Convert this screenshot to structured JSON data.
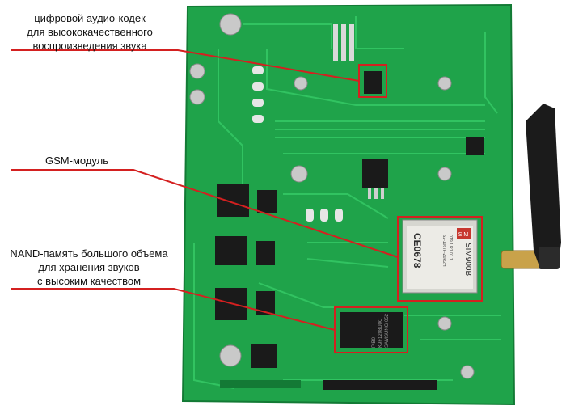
{
  "labels": {
    "codec": [
      "цифровой аудио-кодек",
      "для высококачественного",
      "воспроизведения звука"
    ],
    "gsm": "GSM-модуль",
    "nand": [
      "NAND-память большого объема",
      "для хранения звуков",
      "с высоким качеством"
    ]
  },
  "module": {
    "brand": "SIM",
    "model": "SIM900B",
    "cert": "CE0678",
    "serial1": "S2-1067F-Z0R2H",
    "serial2": "0T9.1.R1.01.1"
  },
  "nand_chip": {
    "maker": "SAMSUNG 052",
    "part": "K9F1208U0C",
    "code": "PIB0"
  },
  "colors": {
    "pcb": "#1fa34a",
    "pcb_dark": "#137a35",
    "trace": "#2fc25e",
    "callout": "#d42020",
    "chip": "#1a1a1a",
    "module": "#e8e6e0"
  }
}
